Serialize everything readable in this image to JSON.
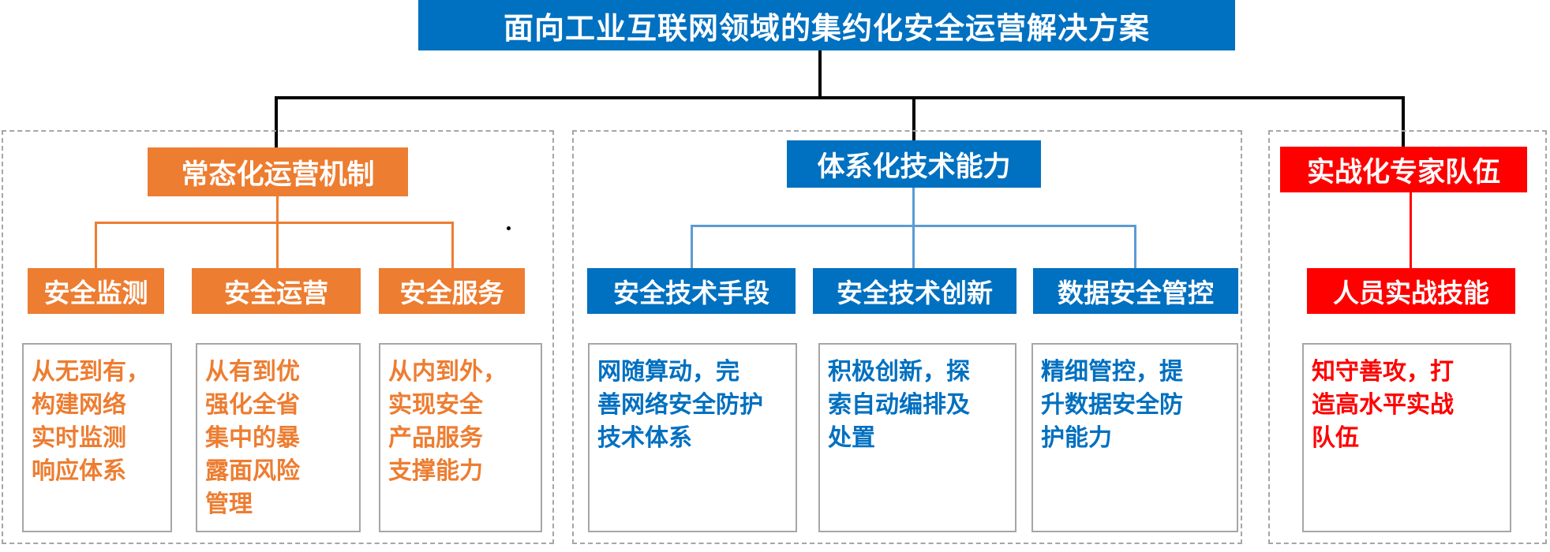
{
  "title": "面向工业互联网领域的集约化安全运营解决方案",
  "colors": {
    "blue": "#0070C0",
    "orange": "#ED7D31",
    "red": "#FF0000",
    "connector_black": "#000000",
    "connector_light_blue": "#5B9BD5",
    "box_border_gray": "#A6A6A6",
    "text_white": "#FFFFFF"
  },
  "branches": [
    {
      "label": "常态化运营机制",
      "children": [
        {
          "label": "安全监测",
          "desc": "从无到有，\n构建网络\n实时监测\n响应体系"
        },
        {
          "label": "安全运营",
          "desc": "从有到优\n强化全省\n集中的暴\n露面风险\n管理"
        },
        {
          "label": "安全服务",
          "desc": "从内到外，\n实现安全\n产品服务\n支撑能力"
        }
      ]
    },
    {
      "label": "体系化技术能力",
      "children": [
        {
          "label": "安全技术手段",
          "desc": "网随算动，完\n善网络安全防护\n技术体系"
        },
        {
          "label": "安全技术创新",
          "desc": "积极创新，探\n索自动编排及\n处置"
        },
        {
          "label": "数据安全管控",
          "desc": "精细管控，提\n升数据安全防\n护能力"
        }
      ]
    },
    {
      "label": "实战化专家队伍",
      "children": [
        {
          "label": "人员实战技能",
          "desc": "知守善攻，打\n造高水平实战\n队伍"
        }
      ]
    }
  ]
}
